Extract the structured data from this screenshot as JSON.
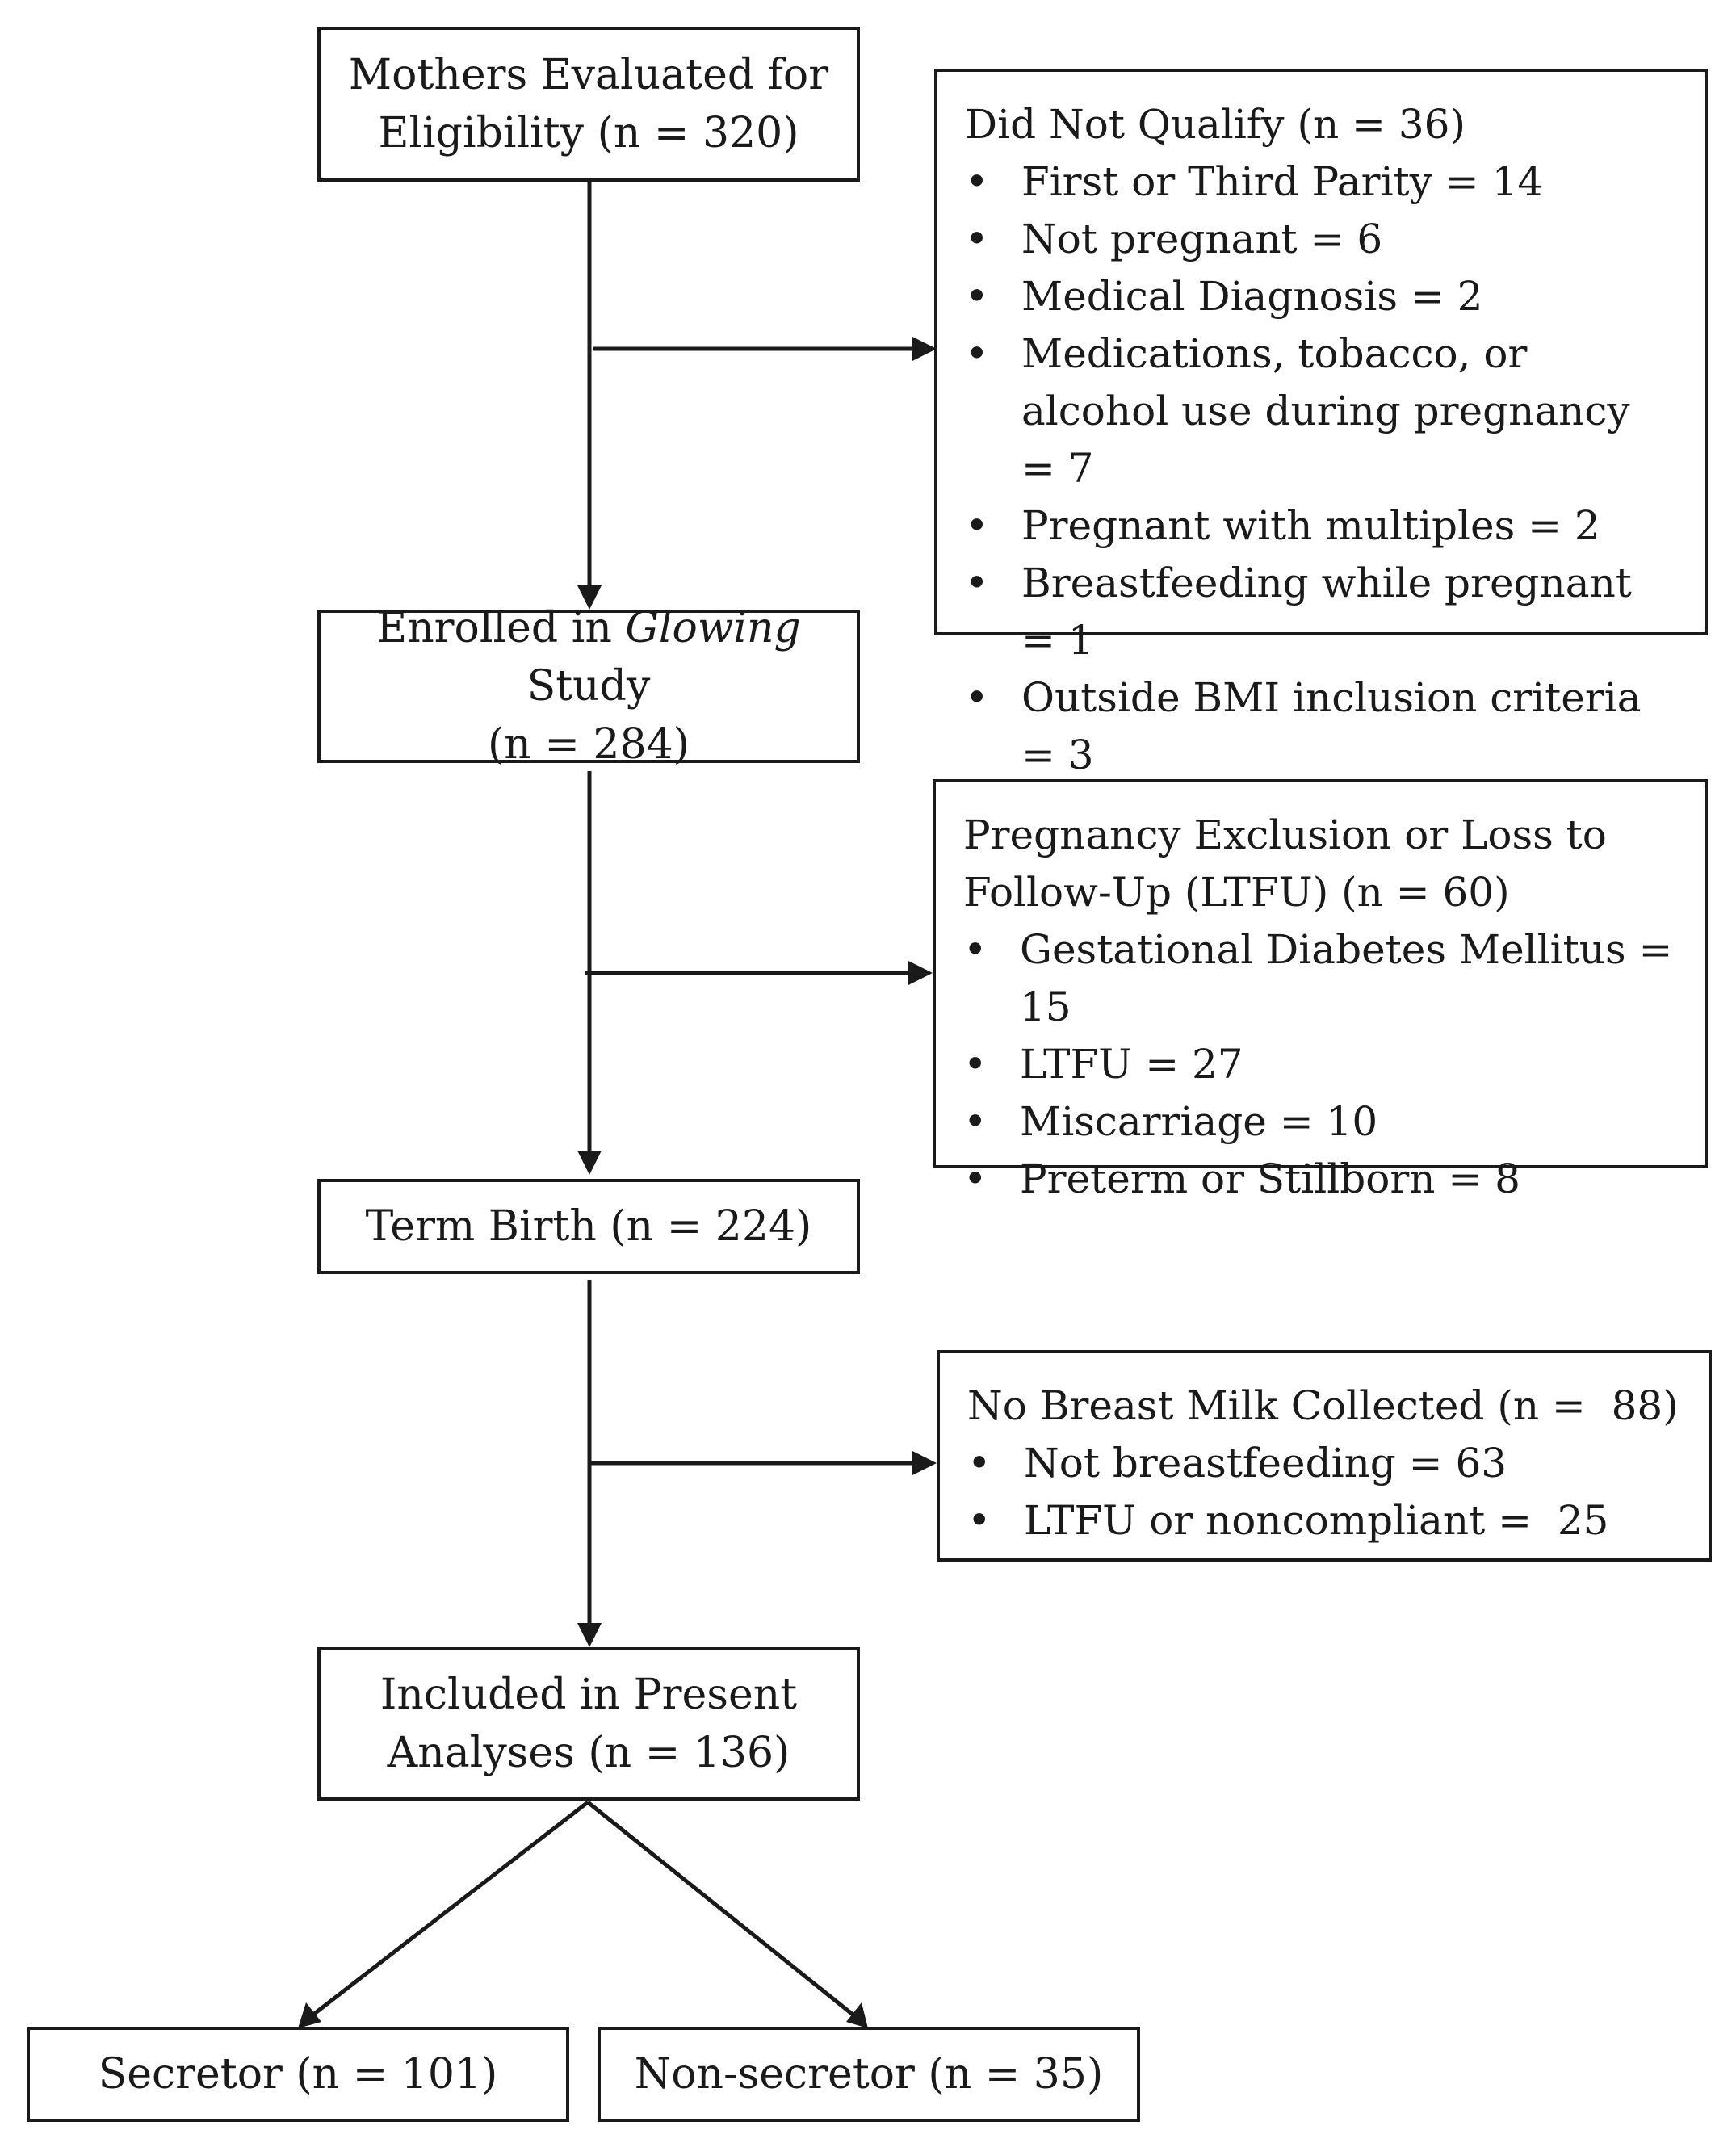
{
  "boxes": {
    "evaluated": {
      "line1": "Mothers Evaluated for",
      "line2": "Eligibility (n = 320)"
    },
    "enrolled": {
      "line1_pre": "Enrolled in ",
      "line1_em": "Glowing",
      "line1_post": " Study",
      "line2": "(n = 284)"
    },
    "term_birth": {
      "text": "Term Birth (n = 224)"
    },
    "included": {
      "line1": "Included in Present",
      "line2": "Analyses (n = 136)"
    },
    "secretor": {
      "text": "Secretor (n = 101)"
    },
    "non_secretor": {
      "text": "Non-secretor (n = 35)"
    }
  },
  "exclusions": {
    "did_not_qualify": {
      "title": "Did Not Qualify (n = 36)",
      "items": [
        "First or Third Parity = 14",
        "Not pregnant = 6",
        "Medical Diagnosis = 2",
        "Medications, tobacco, or alcohol use during pregnancy = 7",
        "Pregnant with multiples = 2",
        "Breastfeeding while pregnant = 1",
        "Outside BMI inclusion criteria = 3"
      ]
    },
    "pregnancy_exclusion": {
      "title": "Pregnancy Exclusion or Loss to Follow-Up (LTFU) (n = 60)",
      "items": [
        "Gestational Diabetes Mellitus = 15",
        "LTFU = 27",
        "Miscarriage = 10",
        "Preterm or Stillborn = 8"
      ]
    },
    "no_milk": {
      "title": "No Breast Milk Collected (n =  88)",
      "items": [
        "Not breastfeeding = 63",
        "LTFU or noncompliant =  25"
      ]
    }
  }
}
